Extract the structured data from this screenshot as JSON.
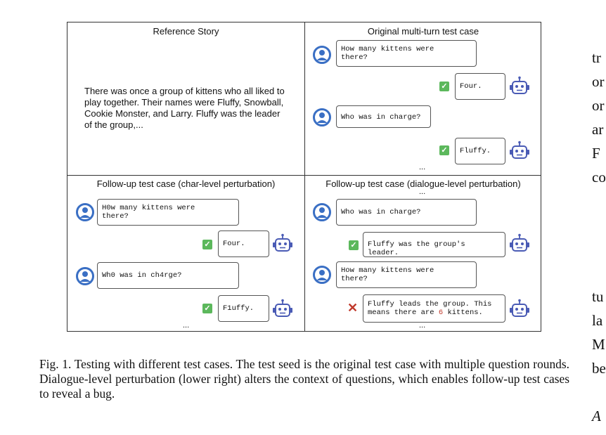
{
  "panels": {
    "tl_title": "Reference Story",
    "story": "There was once a group of kittens who all liked to play together. Their names were Fluffy, Snowball, Cookie Monster, and Larry. Fluffy was the leader of the group,...",
    "tr_title": "Original multi-turn test case",
    "bl_title": "Follow-up test case (char-level perturbation)",
    "br_title": "Follow-up test case (dialogue-level perturbation)"
  },
  "original": {
    "q1": "How many kittens were\nthere?",
    "a1": "Four.",
    "q2": "Who was in charge?",
    "a2": "Fluffy.",
    "dots": "..."
  },
  "char_level": {
    "q1": "H0w many kittens were\nthere?",
    "a1": "Four.",
    "q2": "Wh0 was in ch4rge?",
    "a2": "F1uffy.",
    "dots": "..."
  },
  "dialogue_level": {
    "dots_top": "...",
    "q1": "Who was in charge?",
    "a1": "Fluffy was the group's leader.",
    "q2": "How many kittens were\nthere?",
    "a2_pre": "Fluffy leads the group. This\nmeans there are ",
    "a2_num": "6",
    "a2_post": " kittens.",
    "dots": "..."
  },
  "caption": "Fig. 1.  Testing with different test cases. The test seed is the original test case with multiple question rounds. Dialogue-level perturbation (lower right) alters the context of questions, which enables follow-up test cases to reveal a bug.",
  "side_text": [
    "tr",
    "or",
    "or",
    "ar",
    "F",
    "co",
    "tu",
    "la",
    "M",
    "be",
    "A"
  ],
  "colors": {
    "avatar": "#3a6fc4",
    "bot": "#4a5bb5",
    "check": "#5cb85c",
    "cross": "#c0392b"
  }
}
